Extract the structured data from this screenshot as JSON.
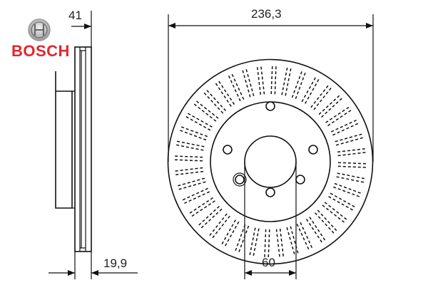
{
  "brand": {
    "name": "BOSCH",
    "color": "#e3262f"
  },
  "dimensions": {
    "diameter": "236,3",
    "thickness": "19,9",
    "center_bore": "60",
    "top_offset": "41"
  }
}
